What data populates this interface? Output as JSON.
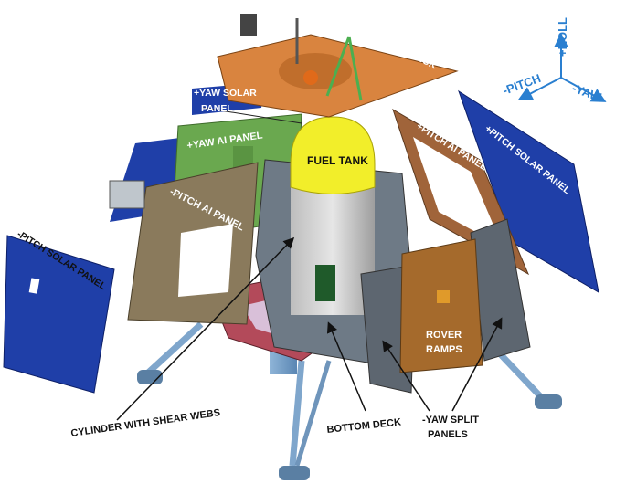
{
  "labels": {
    "top_deck": "TOP DECK",
    "fuel_tank": "FUEL TANK",
    "yaw_solar_panel_line1": "+YAW SOLAR",
    "yaw_solar_panel_line2": "PANEL",
    "yaw_al_panel": "+YAW AI PANEL",
    "minus_pitch_al_panel": "-PITCH AI PANEL",
    "minus_pitch_solar_panel": "-PITCH SOLAR PANEL",
    "plus_pitch_al_panel": "+PITCH AI PANEL",
    "plus_pitch_solar_panel": "+PITCH SOLAR PANEL",
    "rover_ramps_line1": "ROVER",
    "rover_ramps_line2": "RAMPS",
    "cylinder": "CYLINDER WITH SHEAR WEBS",
    "bottom_deck": "BOTTOM DECK",
    "yaw_split_line1": "-YAW SPLIT",
    "yaw_split_line2": "PANELS"
  },
  "axes": {
    "roll": "+ROLL",
    "pitch": "-PITCH",
    "yaw": "-YAW"
  },
  "colors": {
    "top_deck": "#d9843f",
    "fuel_tank": "#f2ee2a",
    "yaw_al_panel": "#6aa84f",
    "solar_panel": "#1f3fa8",
    "al_panel_brown": "#8a7a5c",
    "rover_ramps": "#a56a2c",
    "axis_blue": "#2a7fd0"
  }
}
